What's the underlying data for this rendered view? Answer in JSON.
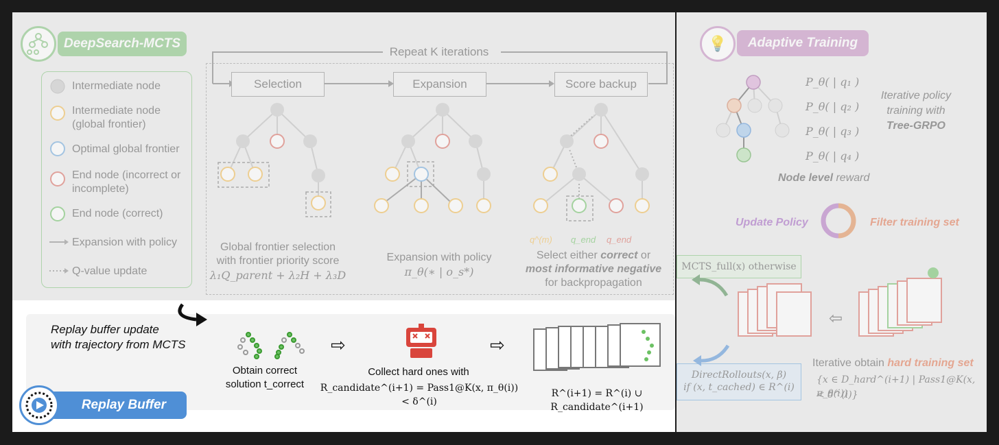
{
  "mcts": {
    "title": "DeepSearch-MCTS",
    "legend": [
      {
        "label": "Intermediate node",
        "icon": "gray-node-icon"
      },
      {
        "label": "Intermediate node (global frontier)",
        "icon": "orange-node-icon"
      },
      {
        "label": "Optimal global frontier",
        "icon": "blue-node-icon"
      },
      {
        "label": "End node (incorrect or incomplete)",
        "icon": "red-node-icon"
      },
      {
        "label": "End node (correct)",
        "icon": "green-node-icon"
      },
      {
        "label": "Expansion with policy",
        "icon": "solid-arrow-icon"
      },
      {
        "label": "Q-value update",
        "icon": "dotted-arrow-icon"
      }
    ],
    "repeat_label": "Repeat K iterations",
    "steps": [
      "Selection",
      "Expansion",
      "Score backup"
    ],
    "selection_caption_1": "Global frontier selection",
    "selection_caption_2": "with frontier priority score",
    "selection_formula": "λ₁Q_parent + λ₂H + λ₃D",
    "expansion_caption": "Expansion with policy",
    "expansion_formula": "π_θ(∗ | o_s*)",
    "backup_caption_1": "Select either",
    "backup_caption_bold1": "correct",
    "backup_caption_or": "or",
    "backup_caption_bold2": "most informative negative",
    "backup_caption_3": "for backpropagation",
    "q_labels": [
      "q^(m)",
      "q_end",
      "q_end"
    ]
  },
  "adaptive": {
    "title": "Adaptive Training",
    "probs": [
      "P_θ( | q₁ )",
      "P_θ( | q₂ )",
      "P_θ( | q₃ )",
      "P_θ( | q₄ )"
    ],
    "iter_policy_1": "Iterative policy",
    "iter_policy_2": "training with",
    "iter_policy_3": "Tree-GRPO",
    "node_reward_bold": "Node level",
    "node_reward_rest": " reward",
    "update_policy": "Update Policy",
    "filter_training": "Filter training set",
    "mcts_full": "MCTS_full(x) otherwise",
    "direct_rollouts_1": "DirectRollouts(x, β)",
    "direct_rollouts_2": "if (x, t_cached) ∈ R^(i)",
    "hard_set_1": "Iterative obtain ",
    "hard_set_bold": "hard training set",
    "hard_formula_1": "{x ∈ D_hard^(i+1) | Pass1@K(x, π_θ(i))",
    "hard_formula_2": "< δ^(i)}"
  },
  "replay": {
    "update_title_1": "Replay buffer update",
    "update_title_2": "with trajectory from MCTS",
    "obtain_1": "Obtain correct",
    "obtain_2": "solution t_correct",
    "collect": "Collect hard ones with",
    "collect_formula": "R_candidate^(i+1) = Pass1@K(x, π_θ(i)) < δ^(i)",
    "union_formula": "R^(i+1) = R^(i) ∪ R_candidate^(i+1)",
    "buffer_label": "Replay Buffer"
  },
  "colors": {
    "green_pill": "#7ec27a",
    "pink_pill": "#c48bc0",
    "blue_pill": "#4f8fd6",
    "node_gray": "#c8c8c8",
    "node_orange": "#f2b94a",
    "node_blue": "#6aa6dc",
    "node_red": "#d9675c",
    "node_green": "#6cc164"
  }
}
